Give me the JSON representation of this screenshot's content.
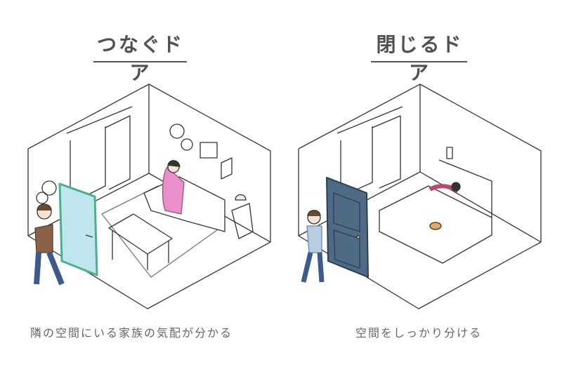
{
  "left_panel": {
    "title": "つなぐドア",
    "caption": "隣の空間にいる家族の気配が分かる",
    "door_color": "#9fd6c8"
  },
  "right_panel": {
    "title": "閉じるドア",
    "caption": "空間をしっかり分ける",
    "door_color": "#4f6a84"
  }
}
